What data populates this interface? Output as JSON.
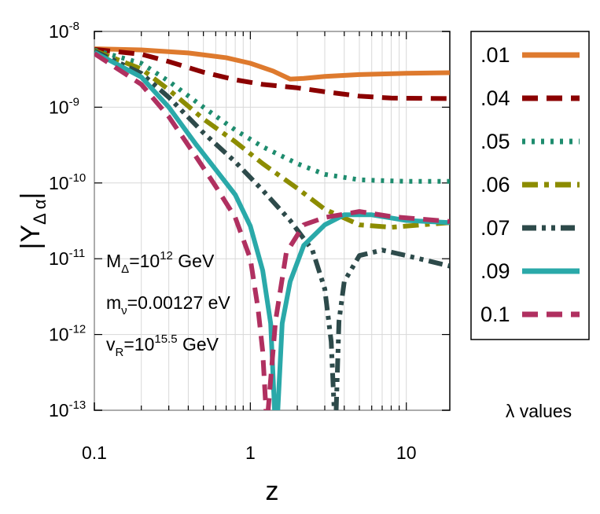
{
  "chart_data": {
    "type": "line",
    "x_scale": "log",
    "y_scale": "log",
    "xlim": [
      0.1,
      19
    ],
    "ylim": [
      1e-13,
      1e-08
    ],
    "xlabel": "z",
    "ylabel": "|Y",
    "ylabel_sub": "Δ α",
    "ylabel_end": "|",
    "x_ticks": [
      {
        "value": 0.1,
        "label": "0.1"
      },
      {
        "value": 1,
        "label": "1"
      },
      {
        "value": 10,
        "label": "10"
      }
    ],
    "y_ticks": [
      {
        "value": 1e-08,
        "base": "10",
        "exp": "-8"
      },
      {
        "value": 1e-09,
        "base": "10",
        "exp": "-9"
      },
      {
        "value": 1e-10,
        "base": "10",
        "exp": "-10"
      },
      {
        "value": 1e-11,
        "base": "10",
        "exp": "-11"
      },
      {
        "value": 1e-12,
        "base": "10",
        "exp": "-12"
      },
      {
        "value": 1e-13,
        "base": "10",
        "exp": "-13"
      }
    ],
    "annotations": [
      {
        "base": "M",
        "sub": "Δ",
        "mid": "=10",
        "sup": "12",
        "tail": " GeV"
      },
      {
        "base": "m",
        "sub": "ν",
        "mid": "=0.00127 eV",
        "sup": "",
        "tail": ""
      },
      {
        "base": "v",
        "sub": "R",
        "mid": "=10",
        "sup": "15.5",
        "tail": " GeV"
      }
    ],
    "legend_caption": "λ values",
    "legend_position": "outside-right",
    "series": [
      {
        "name": ".01",
        "color": "#de7a2e",
        "style": "solid",
        "points": [
          [
            0.1,
            5.9e-09
          ],
          [
            0.2,
            5.7e-09
          ],
          [
            0.4,
            5.2e-09
          ],
          [
            0.7,
            4.5e-09
          ],
          [
            1.0,
            3.8e-09
          ],
          [
            1.4,
            3e-09
          ],
          [
            1.8,
            2.35e-09
          ],
          [
            2.2,
            2.4e-09
          ],
          [
            3,
            2.55e-09
          ],
          [
            5,
            2.7e-09
          ],
          [
            10,
            2.8e-09
          ],
          [
            19,
            2.85e-09
          ]
        ]
      },
      {
        "name": ".04",
        "color": "#8b0000",
        "style": "dashed",
        "points": [
          [
            0.1,
            5.8e-09
          ],
          [
            0.2,
            5e-09
          ],
          [
            0.3,
            4e-09
          ],
          [
            0.5,
            2.9e-09
          ],
          [
            0.8,
            2.3e-09
          ],
          [
            1.2,
            2e-09
          ],
          [
            2,
            1.8e-09
          ],
          [
            3,
            1.6e-09
          ],
          [
            5,
            1.4e-09
          ],
          [
            8,
            1.32e-09
          ],
          [
            19,
            1.3e-09
          ]
        ]
      },
      {
        "name": ".05",
        "color": "#1e8c6e",
        "style": "dotted",
        "points": [
          [
            0.1,
            5.7e-09
          ],
          [
            0.2,
            3.8e-09
          ],
          [
            0.3,
            2.2e-09
          ],
          [
            0.5,
            1e-09
          ],
          [
            0.8,
            5e-10
          ],
          [
            1.2,
            3e-10
          ],
          [
            2,
            1.8e-10
          ],
          [
            3,
            1.3e-10
          ],
          [
            5,
            1.1e-10
          ],
          [
            10,
            1.05e-10
          ],
          [
            19,
            1.05e-10
          ]
        ]
      },
      {
        "name": ".06",
        "color": "#8c8c00",
        "style": "dashdot",
        "points": [
          [
            0.1,
            5.6e-09
          ],
          [
            0.2,
            3.2e-09
          ],
          [
            0.3,
            1.7e-09
          ],
          [
            0.5,
            7e-10
          ],
          [
            0.8,
            3.5e-10
          ],
          [
            1.2,
            1.8e-10
          ],
          [
            2,
            8.5e-11
          ],
          [
            3,
            4.5e-11
          ],
          [
            5,
            2.8e-11
          ],
          [
            8,
            2.6e-11
          ],
          [
            19,
            3e-11
          ]
        ]
      },
      {
        "name": ".07",
        "color": "#2d4a4a",
        "style": "dashdotdot",
        "points": [
          [
            0.1,
            5.5e-09
          ],
          [
            0.2,
            2.8e-09
          ],
          [
            0.3,
            1.35e-09
          ],
          [
            0.5,
            4.6e-10
          ],
          [
            0.8,
            1.9e-10
          ],
          [
            1.2,
            8e-11
          ],
          [
            1.8,
            3.2e-11
          ],
          [
            2.5,
            1.3e-11
          ],
          [
            3.0,
            4e-12
          ],
          [
            3.3,
            8e-13
          ],
          [
            3.45,
            1e-13
          ],
          [
            3.55,
            1e-13
          ],
          [
            3.7,
            1.5e-12
          ],
          [
            4.0,
            5e-12
          ],
          [
            5,
            1.1e-11
          ],
          [
            7,
            1.3e-11
          ],
          [
            10,
            1.1e-11
          ],
          [
            19,
            8e-12
          ]
        ]
      },
      {
        "name": ".09",
        "color": "#2aa9a9",
        "style": "solid",
        "points": [
          [
            0.1,
            5.3e-09
          ],
          [
            0.2,
            2.5e-09
          ],
          [
            0.3,
            1e-09
          ],
          [
            0.45,
            3.2e-10
          ],
          [
            0.6,
            1.5e-10
          ],
          [
            0.8,
            7e-11
          ],
          [
            1.0,
            2.7e-11
          ],
          [
            1.2,
            7e-12
          ],
          [
            1.35,
            1.4e-12
          ],
          [
            1.43,
            1e-13
          ],
          [
            1.5,
            1e-13
          ],
          [
            1.6,
            1.4e-12
          ],
          [
            1.8,
            5e-12
          ],
          [
            2.2,
            1.5e-11
          ],
          [
            3,
            2.8e-11
          ],
          [
            4,
            3.8e-11
          ],
          [
            6,
            3.8e-11
          ],
          [
            10,
            3.2e-11
          ],
          [
            19,
            3e-11
          ]
        ]
      },
      {
        "name": "0.1",
        "color": "#b03060",
        "style": "dashed",
        "points": [
          [
            0.1,
            5.1e-09
          ],
          [
            0.2,
            2e-09
          ],
          [
            0.3,
            7.5e-10
          ],
          [
            0.45,
            2.2e-10
          ],
          [
            0.6,
            9e-11
          ],
          [
            0.8,
            3.5e-11
          ],
          [
            1.0,
            1e-11
          ],
          [
            1.12,
            2.2e-12
          ],
          [
            1.2,
            6e-13
          ],
          [
            1.26,
            1e-13
          ],
          [
            1.3,
            1e-13
          ],
          [
            1.45,
            1.5e-12
          ],
          [
            1.7,
            1.2e-11
          ],
          [
            2.2,
            2.8e-11
          ],
          [
            3,
            3.5e-11
          ],
          [
            5,
            4.2e-11
          ],
          [
            8,
            3.6e-11
          ],
          [
            19,
            3.1e-11
          ]
        ]
      }
    ]
  }
}
